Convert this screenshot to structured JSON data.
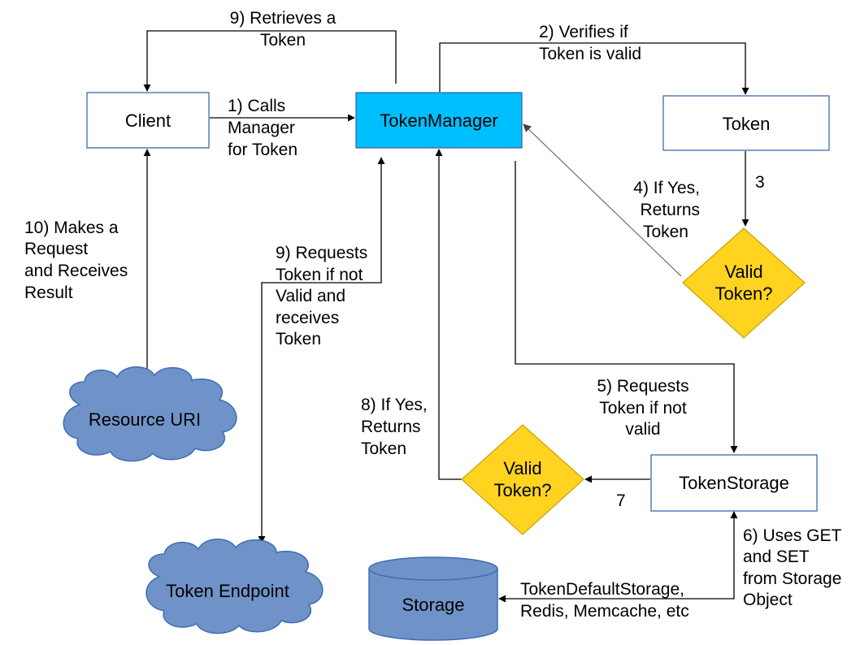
{
  "colors": {
    "box_border": "#2e5fa3",
    "token_manager_fill": "#00bfff",
    "decision_fill": "#ffd320",
    "decision_border": "#c9a400",
    "cloud_fill": "#6f93c8",
    "cloud_border": "#3d6db3",
    "storage_fill": "#6f93c8"
  },
  "nodes": {
    "client": "Client",
    "token_manager": "TokenManager",
    "token": "Token",
    "valid_token_top": [
      "Valid",
      "Token?"
    ],
    "token_storage": "TokenStorage",
    "valid_token_bottom": [
      "Valid",
      "Token?"
    ],
    "resource_uri": "Resource URI",
    "token_endpoint": "Token Endpoint",
    "storage": "Storage"
  },
  "labels": {
    "step1": [
      "1) Calls",
      "Manager",
      "for Token"
    ],
    "step2": [
      "2) Verifies if",
      "Token is valid"
    ],
    "step3": "3",
    "step4": [
      "4) If Yes,",
      "Returns",
      "Token"
    ],
    "step5": [
      "5) Requests",
      "Token if not",
      "valid"
    ],
    "step6": [
      "6) Uses GET",
      "and SET",
      "from Storage",
      "Object"
    ],
    "step7": "7",
    "step8": [
      "8) If Yes,",
      "Returns",
      "Token"
    ],
    "step9_retrieve": [
      "9) Retrieves a",
      "Token"
    ],
    "step9_request": [
      "9) Requests",
      "Token if not",
      "Valid and",
      "receives",
      "Token"
    ],
    "step10": [
      "10) Makes a",
      "Request",
      "and Receives",
      "Result"
    ],
    "storage_types": [
      "TokenDefaultStorage,",
      "Redis, Memcache, etc"
    ]
  }
}
